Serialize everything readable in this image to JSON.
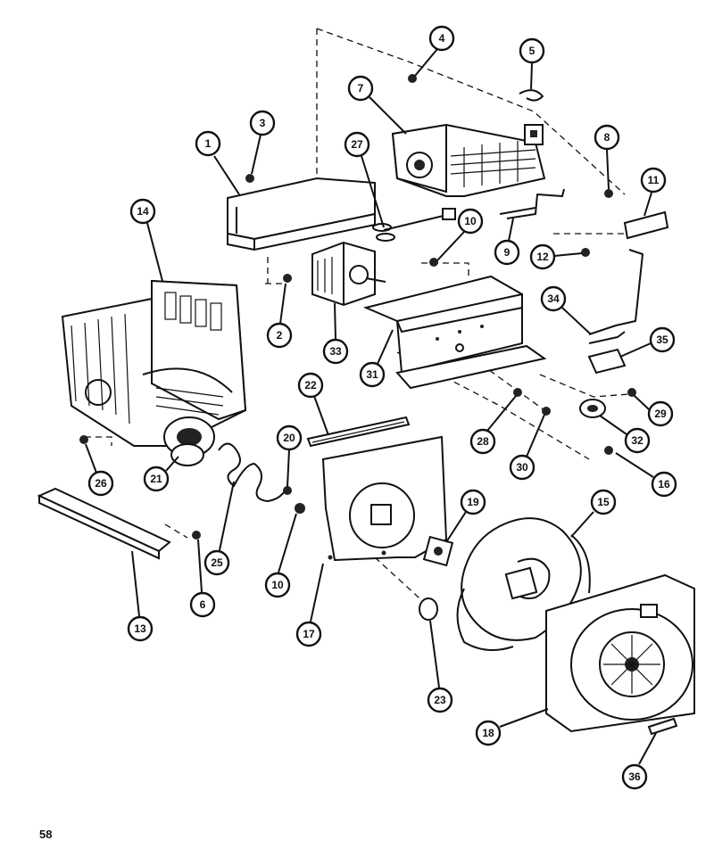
{
  "page_number": "58",
  "callouts": [
    {
      "part": "ice-maker-bracket",
      "label": "1"
    },
    {
      "part": "bracket-screw",
      "label": "3"
    },
    {
      "part": "mounting-screw-upper",
      "label": "4"
    },
    {
      "part": "wire-clip",
      "label": "5"
    },
    {
      "part": "ice-maker",
      "label": "7"
    },
    {
      "part": "ice-maker-screw",
      "label": "8"
    },
    {
      "part": "shutoff-arm",
      "label": "9"
    },
    {
      "part": "ice-bin-bracket",
      "label": "11"
    },
    {
      "part": "ice-bin",
      "label": "14"
    },
    {
      "part": "wire-harness",
      "label": "27"
    },
    {
      "part": "hex-nut-upper",
      "label": "10"
    },
    {
      "part": "bracket-screw-right",
      "label": "12"
    },
    {
      "part": "bracket-screw-lower",
      "label": "2"
    },
    {
      "part": "auger-motor",
      "label": "33"
    },
    {
      "part": "motor-cover",
      "label": "31"
    },
    {
      "part": "support-rod",
      "label": "34"
    },
    {
      "part": "switch",
      "label": "35"
    },
    {
      "part": "switch-screw",
      "label": "29"
    },
    {
      "part": "grommet",
      "label": "32"
    },
    {
      "part": "cover-screw-left",
      "label": "28"
    },
    {
      "part": "cover-screw-right",
      "label": "30"
    },
    {
      "part": "seal-strip",
      "label": "22"
    },
    {
      "part": "retainer-clip",
      "label": "20"
    },
    {
      "part": "shelf-screw",
      "label": "26"
    },
    {
      "part": "auger-coupling",
      "label": "21"
    },
    {
      "part": "auger-spring",
      "label": "25"
    },
    {
      "part": "rail-screw",
      "label": "6"
    },
    {
      "part": "shelf-rail",
      "label": "13"
    },
    {
      "part": "hex-nut-lower",
      "label": "10"
    },
    {
      "part": "fan-shroud",
      "label": "17"
    },
    {
      "part": "fan-motor-grommet",
      "label": "19"
    },
    {
      "part": "fan-blade",
      "label": "15"
    },
    {
      "part": "fan-screw",
      "label": "16"
    },
    {
      "part": "fan-nut",
      "label": "23"
    },
    {
      "part": "fan-housing",
      "label": "18"
    },
    {
      "part": "housing-grille",
      "label": "36"
    }
  ]
}
